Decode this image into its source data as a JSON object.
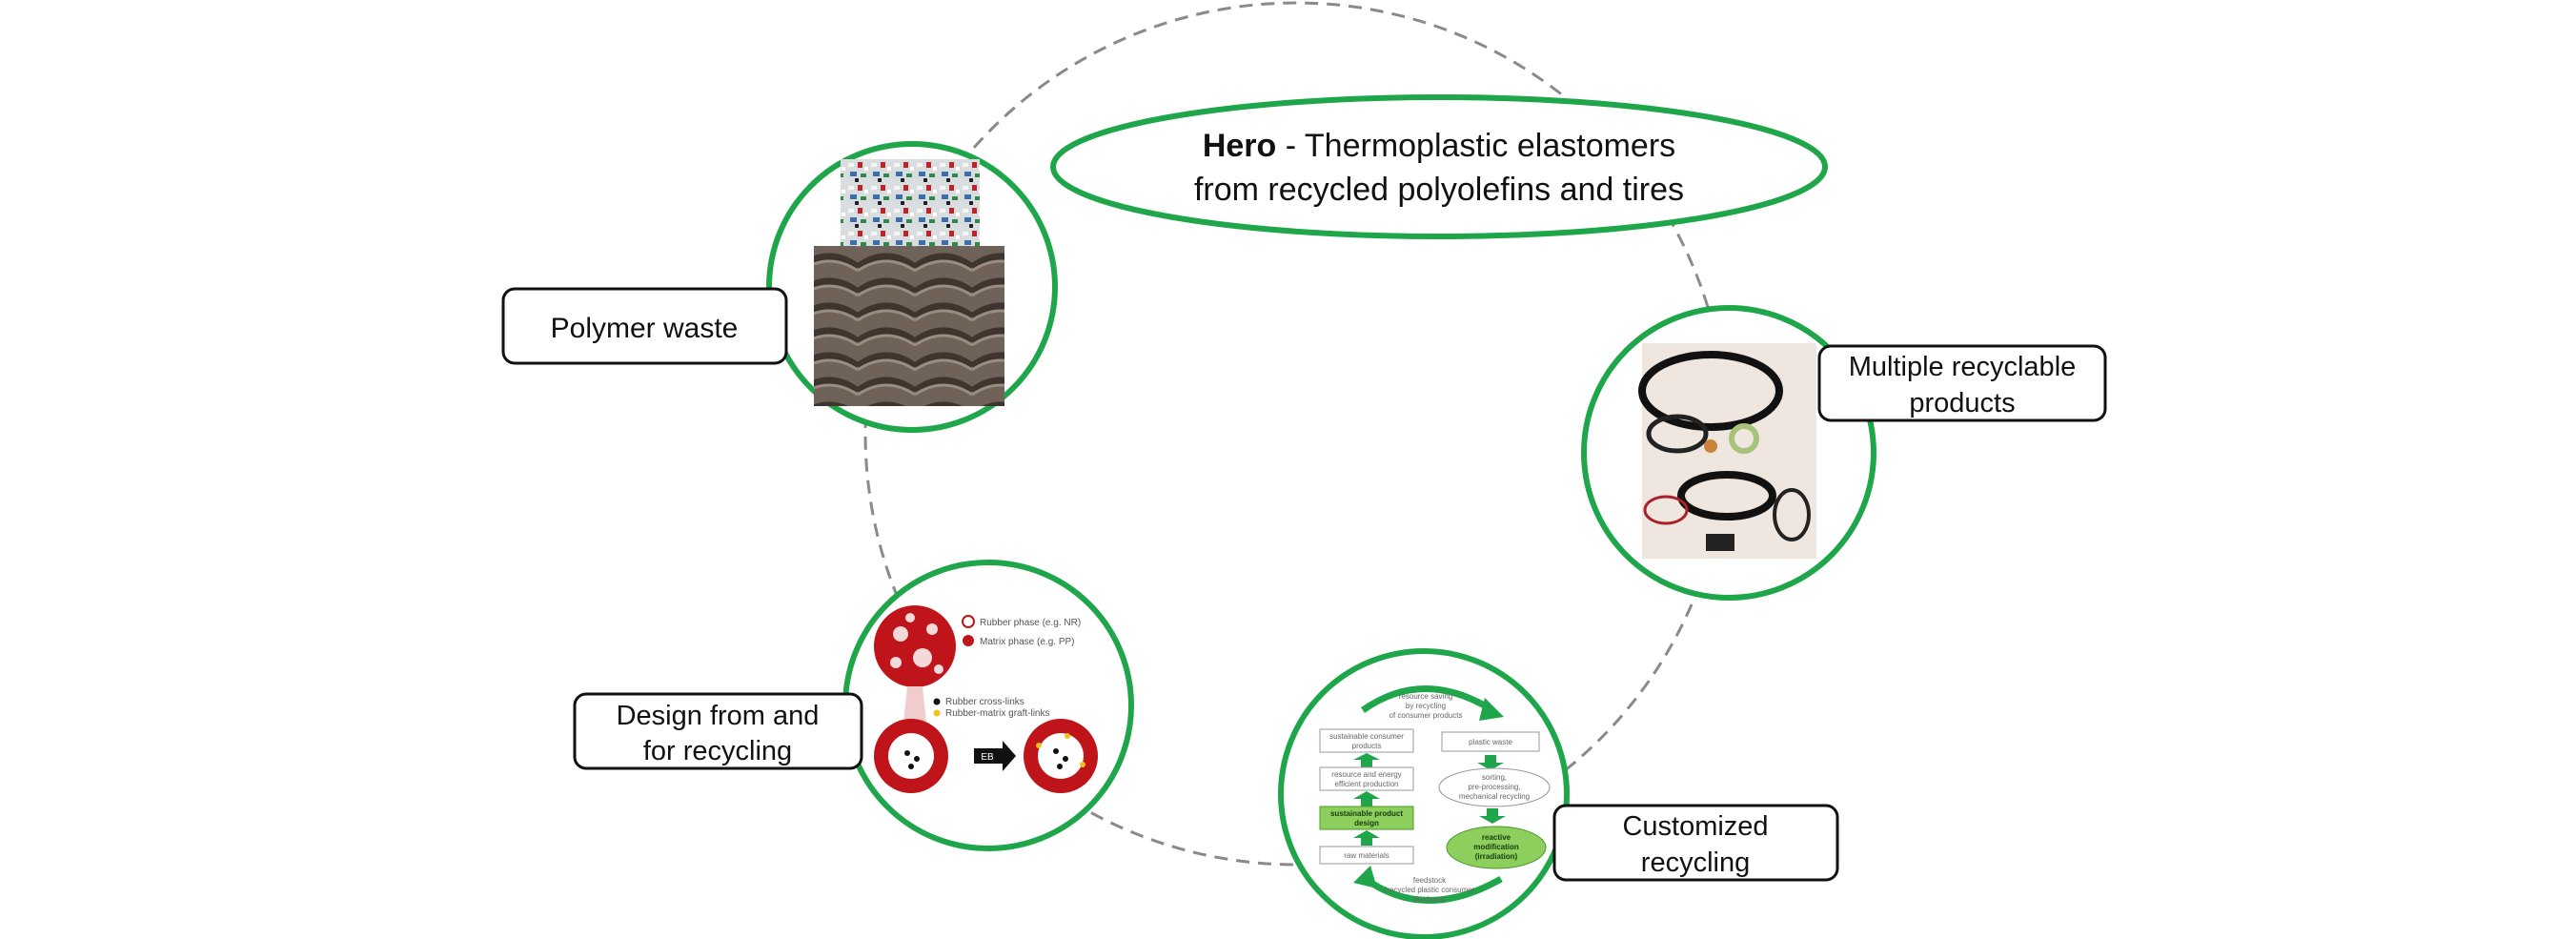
{
  "title": {
    "bold": "Hero",
    "rest_line1": " - Thermoplastic elastomers",
    "line2": "from recycled polyolefins and tires"
  },
  "labels": {
    "polymer_waste": "Polymer waste",
    "multiple_products_line1": "Multiple recyclable",
    "multiple_products_line2": "products",
    "design_line1": "Design from and",
    "design_line2": "for recycling",
    "customized_line1": "Customized",
    "customized_line2": "recycling"
  },
  "design_legend": {
    "rubber_phase": "Rubber phase (e.g. NR)",
    "matrix_phase": "Matrix phase (e.g. PP)",
    "crosslinks": "Rubber cross-links",
    "grafts": "Rubber-matrix graft-links",
    "eb": "EB"
  },
  "cycle": {
    "resource_saving_1": "resource saving",
    "resource_saving_2": "by recycling",
    "resource_saving_3": "of consumer products",
    "sust_consumer_1": "sustainable consumer",
    "sust_consumer_2": "products",
    "plastic_waste": "plastic waste",
    "resource_energy_1": "resource and energy",
    "resource_energy_2": "efficient production",
    "sorting_1": "sorting,",
    "sorting_2": "pre-processing,",
    "sorting_3": "mechanical recycling",
    "sust_design_1": "sustainable product",
    "sust_design_2": "design",
    "reactive_1": "reactive",
    "reactive_2": "modification",
    "reactive_3": "(irradiation)",
    "raw_materials": "raw materials",
    "feedstock_1": "feedstock",
    "feedstock_2": "(recycled plastic consumer",
    "feedstock_3": "products)"
  },
  "colors": {
    "green": "#1fa64a",
    "dashed": "#8a8a8a",
    "red": "#c0141b",
    "light_green": "#8ccf5c"
  }
}
